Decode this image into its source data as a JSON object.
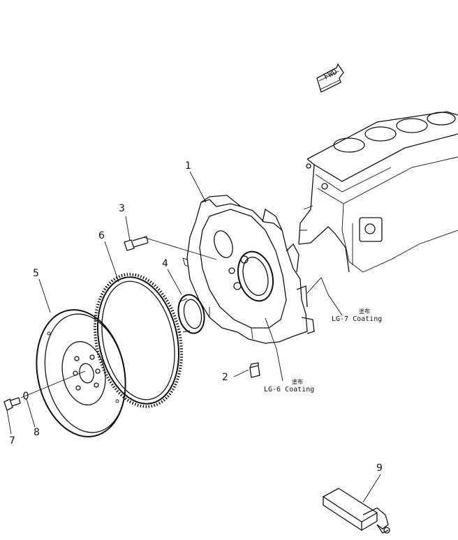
{
  "diagram": {
    "fwd_label": "FWD",
    "callouts": [
      {
        "number": "1"
      },
      {
        "number": "2"
      },
      {
        "number": "3"
      },
      {
        "number": "4"
      },
      {
        "number": "5"
      },
      {
        "number": "6"
      },
      {
        "number": "7"
      },
      {
        "number": "8"
      },
      {
        "number": "9"
      }
    ],
    "notes": {
      "lg7": {
        "jp": "塗布",
        "text": "LG-7 Coating"
      },
      "lg6": {
        "jp": "塗布",
        "text": "LG-6 Coating"
      }
    }
  }
}
